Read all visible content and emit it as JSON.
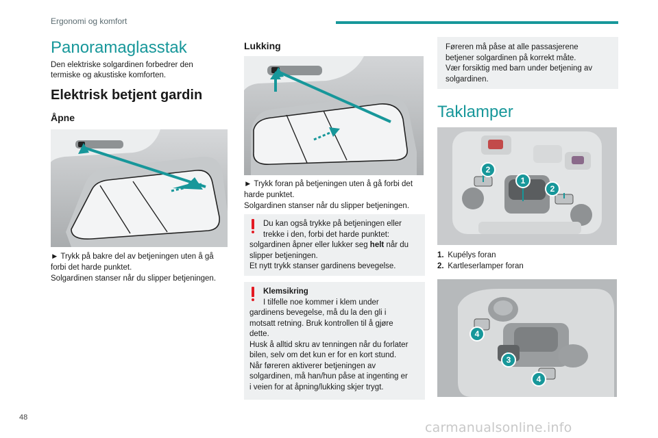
{
  "header": {
    "section": "Ergonomi og komfort"
  },
  "page_number": "48",
  "watermark": "carmanualsonline.info",
  "col1": {
    "title": "Panoramaglasstak",
    "intro_1": "Den elektriske solgardinen forbedrer den",
    "intro_2": "termiske og akustiske komforten.",
    "heading": "Elektrisk betjent gardin",
    "open_heading": "Åpne",
    "open_text_1": "► Trykk på bakre del av betjeningen uten å gå",
    "open_text_2": "forbi det harde punktet.",
    "open_text_3": "Solgardinen stanser når du slipper betjeningen."
  },
  "col2": {
    "close_heading": "Lukking",
    "close_text_1": "► Trykk foran på betjeningen uten å gå forbi det",
    "close_text_2": "harde punktet.",
    "close_text_3": "Solgardinen stanser når du slipper betjeningen.",
    "warn1": {
      "line1": "Du kan også trykke på betjeningen eller",
      "line2": "trekke i den, forbi det harde punktet:",
      "line3_pre": "solgardinen åpner eller lukker seg ",
      "line3_bold": "helt",
      "line3_post": " når du",
      "line4": "slipper betjeningen.",
      "line5": "Et nytt trykk stanser gardinens bevegelse."
    },
    "warn2": {
      "title": "Klemsikring",
      "line1": "I tilfelle noe kommer i klem under",
      "line2": "gardinens bevegelse, må du la den gli i",
      "line3": "motsatt retning. Bruk kontrollen til å gjøre",
      "line4": "dette.",
      "line5": "Husk å alltid skru av tenningen når du forlater",
      "line6": "bilen, selv om det kun er for en kort stund.",
      "line7": "Når føreren aktiverer betjeningen av",
      "line8": "solgardinen, må han/hun påse at ingenting er",
      "line9": "i veien for at åpning/lukking skjer trygt."
    }
  },
  "col3": {
    "info": {
      "line1": "Føreren må påse at alle passasjerene",
      "line2": "betjener solgardinen på korrekt måte.",
      "line3": "Vær forsiktig med barn under betjening av",
      "line4": "solgardinen."
    },
    "title": "Taklamper",
    "legend": [
      {
        "num": "1.",
        "label": "Kupélys foran"
      },
      {
        "num": "2.",
        "label": "Kartleserlamper foran"
      }
    ],
    "callouts_top": [
      "1",
      "2",
      "2"
    ],
    "callouts_bottom": [
      "4",
      "3",
      "4"
    ]
  },
  "colors": {
    "accent": "#17979a",
    "warning": "#e31b23",
    "box_bg": "#eef0f1"
  }
}
